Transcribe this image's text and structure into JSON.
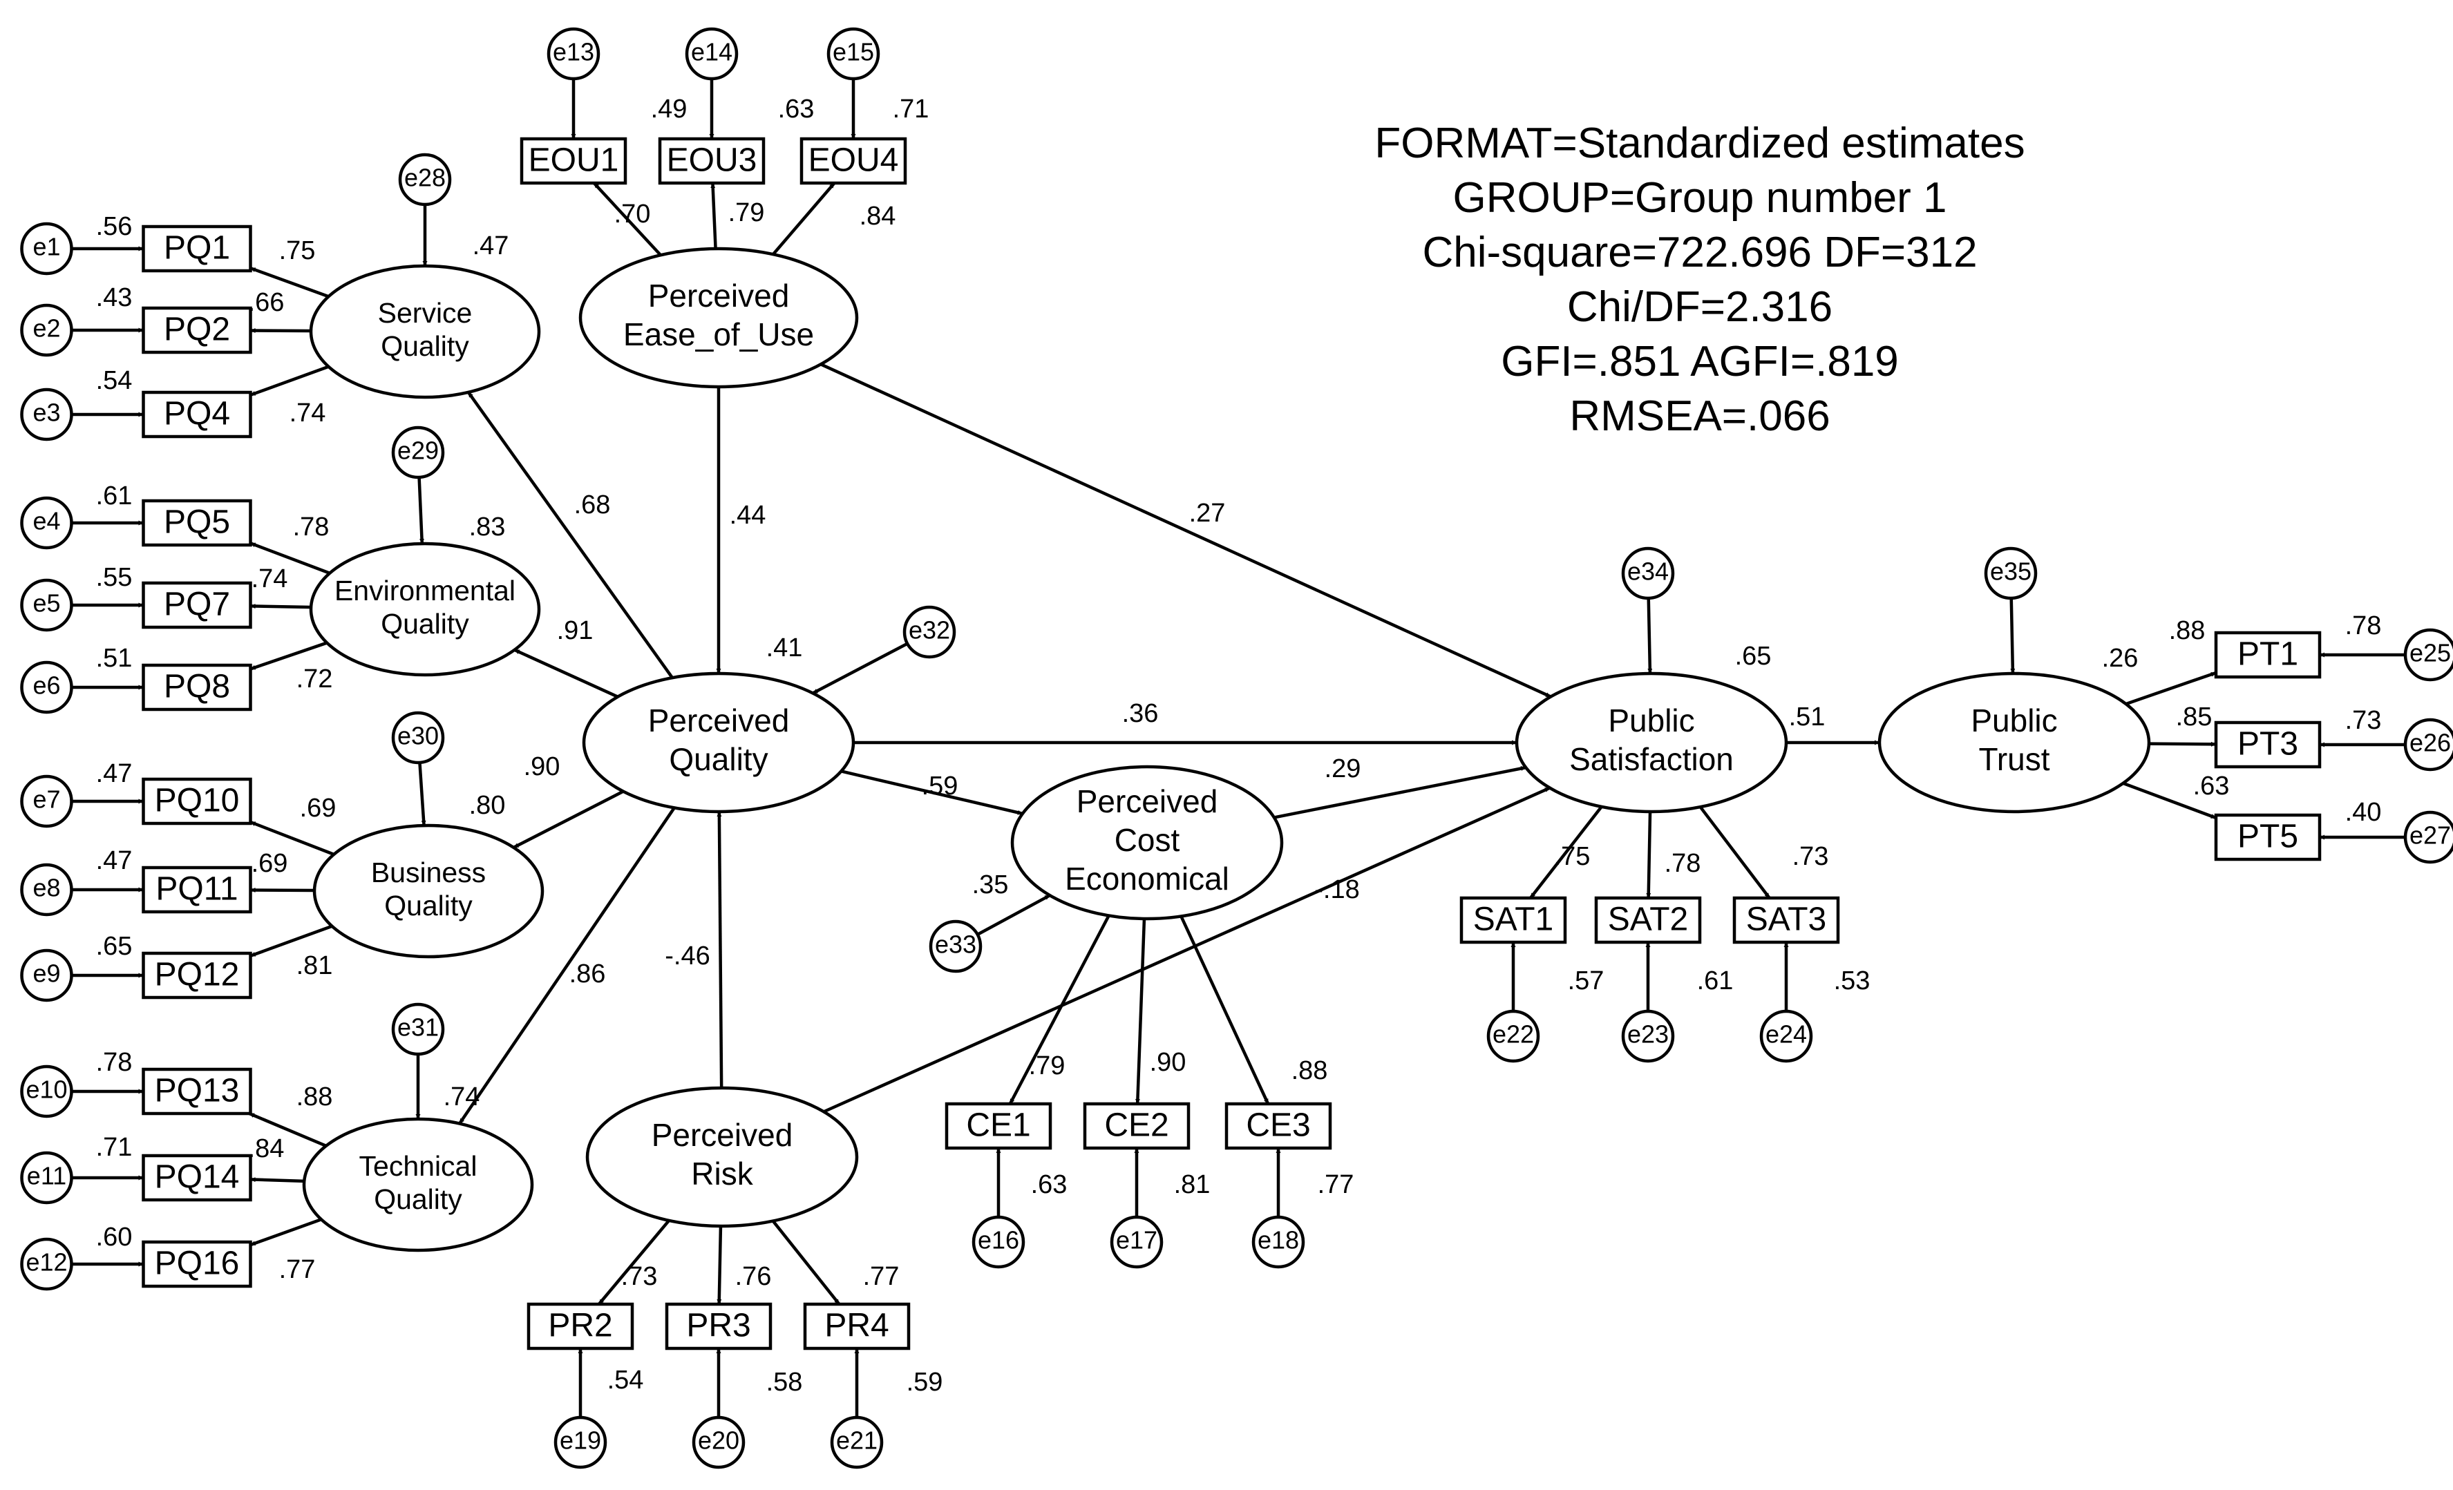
{
  "fit_stats": [
    "FORMAT=Standardized estimates",
    "GROUP=Group number 1",
    "Chi-square=722.696 DF=312",
    "Chi/DF=2.316",
    "GFI=.851 AGFI=.819",
    "RMSEA=.066"
  ],
  "latents": [
    {
      "id": "SQ",
      "lines": [
        "Service",
        "Quality"
      ],
      "r2": ".47"
    },
    {
      "id": "EQ",
      "lines": [
        "Environmental",
        "Quality"
      ],
      "r2": ".83"
    },
    {
      "id": "BQ",
      "lines": [
        "Business",
        "Quality"
      ],
      "r2": ".80"
    },
    {
      "id": "TQ",
      "lines": [
        "Technical",
        "Quality"
      ],
      "r2": ".74"
    },
    {
      "id": "EOU",
      "lines": [
        "Perceived",
        "Ease_of_Use"
      ],
      "r2": ""
    },
    {
      "id": "PQ",
      "lines": [
        "Perceived",
        "Quality"
      ],
      "r2": ".41"
    },
    {
      "id": "PR",
      "lines": [
        "Perceived",
        "Risk"
      ],
      "r2": ""
    },
    {
      "id": "PCE",
      "lines": [
        "Perceived",
        "Cost",
        "Economical"
      ],
      "r2": ".35"
    },
    {
      "id": "PS",
      "lines": [
        "Public",
        "Satisfaction"
      ],
      "r2": ".65"
    },
    {
      "id": "PT",
      "lines": [
        "Public",
        "Trust"
      ],
      "r2": ".26"
    }
  ],
  "structural_paths": [
    {
      "from": "PQ",
      "to": "SQ",
      "coef": ".68"
    },
    {
      "from": "PQ",
      "to": "EQ",
      "coef": ".91"
    },
    {
      "from": "PQ",
      "to": "BQ",
      "coef": ".90"
    },
    {
      "from": "PQ",
      "to": "TQ",
      "coef": ".86"
    },
    {
      "from": "EOU",
      "to": "PQ",
      "coef": ".44"
    },
    {
      "from": "EOU",
      "to": "PS",
      "coef": ".27"
    },
    {
      "from": "PQ",
      "to": "PS",
      "coef": ".36"
    },
    {
      "from": "PQ",
      "to": "PCE",
      "coef": ".59"
    },
    {
      "from": "PCE",
      "to": "PS",
      "coef": ".29"
    },
    {
      "from": "PR",
      "to": "PQ",
      "coef": "-.46"
    },
    {
      "from": "PR",
      "to": "PS",
      "coef": "-.18"
    },
    {
      "from": "PS",
      "to": "PT",
      "coef": ".51"
    }
  ],
  "indicators": [
    {
      "name": "PQ1",
      "factor": "SQ",
      "loading": ".75",
      "r2": ".56",
      "error": "e1"
    },
    {
      "name": "PQ2",
      "factor": "SQ",
      "loading": ".66",
      "r2": ".43",
      "error": "e2"
    },
    {
      "name": "PQ4",
      "factor": "SQ",
      "loading": ".74",
      "r2": ".54",
      "error": "e3"
    },
    {
      "name": "PQ5",
      "factor": "EQ",
      "loading": ".78",
      "r2": ".61",
      "error": "e4"
    },
    {
      "name": "PQ7",
      "factor": "EQ",
      "loading": ".74",
      "r2": ".55",
      "error": "e5"
    },
    {
      "name": "PQ8",
      "factor": "EQ",
      "loading": ".72",
      "r2": ".51",
      "error": "e6"
    },
    {
      "name": "PQ10",
      "factor": "BQ",
      "loading": ".69",
      "r2": ".47",
      "error": "e7"
    },
    {
      "name": "PQ11",
      "factor": "BQ",
      "loading": ".69",
      "r2": ".47",
      "error": "e8"
    },
    {
      "name": "PQ12",
      "factor": "BQ",
      "loading": ".81",
      "r2": ".65",
      "error": "e9"
    },
    {
      "name": "PQ13",
      "factor": "TQ",
      "loading": ".88",
      "r2": ".78",
      "error": "e10"
    },
    {
      "name": "PQ14",
      "factor": "TQ",
      "loading": ".84",
      "r2": ".71",
      "error": "e11"
    },
    {
      "name": "PQ16",
      "factor": "TQ",
      "loading": ".77",
      "r2": ".60",
      "error": "e12"
    },
    {
      "name": "EOU1",
      "factor": "EOU",
      "loading": ".70",
      "r2": ".49",
      "error": "e13"
    },
    {
      "name": "EOU3",
      "factor": "EOU",
      "loading": ".79",
      "r2": ".63",
      "error": "e14"
    },
    {
      "name": "EOU4",
      "factor": "EOU",
      "loading": ".84",
      "r2": ".71",
      "error": "e15"
    },
    {
      "name": "CE1",
      "factor": "PCE",
      "loading": ".79",
      "r2": ".63",
      "error": "e16"
    },
    {
      "name": "CE2",
      "factor": "PCE",
      "loading": ".90",
      "r2": ".81",
      "error": "e17"
    },
    {
      "name": "CE3",
      "factor": "PCE",
      "loading": ".88",
      "r2": ".77",
      "error": "e18"
    },
    {
      "name": "PR2",
      "factor": "PR",
      "loading": ".73",
      "r2": ".54",
      "error": "e19"
    },
    {
      "name": "PR3",
      "factor": "PR",
      "loading": ".76",
      "r2": ".58",
      "error": "e20"
    },
    {
      "name": "PR4",
      "factor": "PR",
      "loading": ".77",
      "r2": ".59",
      "error": "e21"
    },
    {
      "name": "SAT1",
      "factor": "PS",
      "loading": ".75",
      "r2": ".57",
      "error": "e22"
    },
    {
      "name": "SAT2",
      "factor": "PS",
      "loading": ".78",
      "r2": ".61",
      "error": "e23"
    },
    {
      "name": "SAT3",
      "factor": "PS",
      "loading": ".73",
      "r2": ".53",
      "error": "e24"
    },
    {
      "name": "PT1",
      "factor": "PT",
      "loading": ".88",
      "r2": ".78",
      "error": "e25"
    },
    {
      "name": "PT3",
      "factor": "PT",
      "loading": ".85",
      "r2": ".73",
      "error": "e26"
    },
    {
      "name": "PT5",
      "factor": "PT",
      "loading": ".63",
      "r2": ".40",
      "error": "e27"
    }
  ],
  "disturbances": [
    {
      "name": "e28",
      "target": "SQ"
    },
    {
      "name": "e29",
      "target": "EQ"
    },
    {
      "name": "e30",
      "target": "BQ"
    },
    {
      "name": "e31",
      "target": "TQ"
    },
    {
      "name": "e32",
      "target": "PQ"
    },
    {
      "name": "e33",
      "target": "PCE"
    },
    {
      "name": "e34",
      "target": "PS"
    },
    {
      "name": "e35",
      "target": "PT"
    }
  ]
}
